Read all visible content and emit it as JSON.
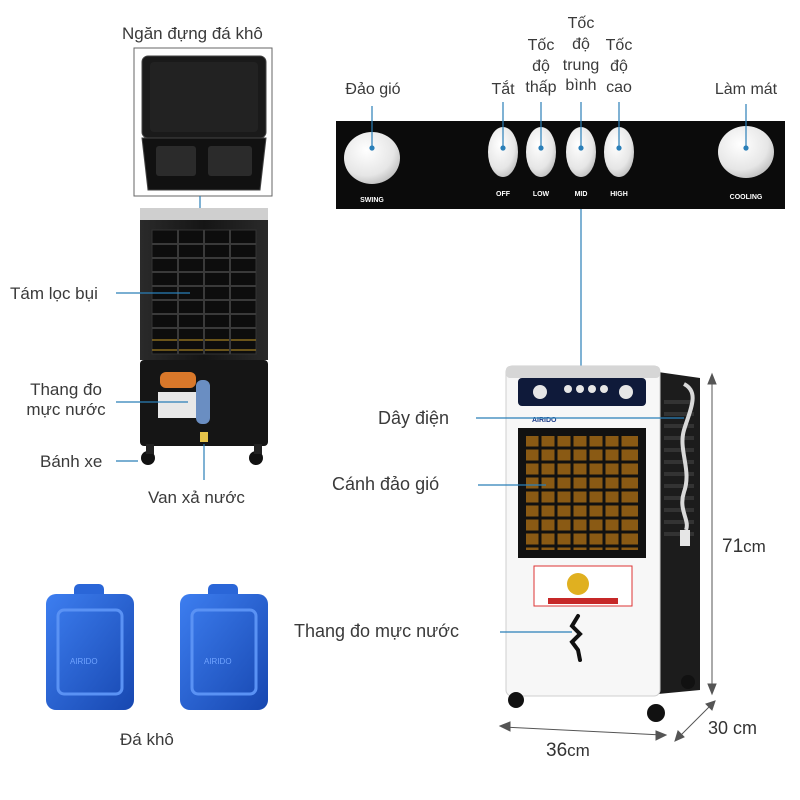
{
  "left_labels": {
    "dry_ice_compartment": "Ngăn đựng đá khô",
    "dust_filter": "Tám lọc bụi",
    "water_gauge_line1": "Thang đo",
    "water_gauge_line2": "mực nước",
    "wheels": "Bánh xe",
    "drain_valve": "Van xả nước",
    "dry_ice": "Đá khô"
  },
  "panel": {
    "swing_vi": "Đảo gió",
    "off_vi": "Tắt",
    "low_vi_1": "Tốc",
    "low_vi_2": "độ",
    "low_vi_3": "thấp",
    "mid_vi_1": "Tốc",
    "mid_vi_2": "độ",
    "mid_vi_3": "trung",
    "mid_vi_4": "bình",
    "high_vi_1": "Tốc",
    "high_vi_2": "độ",
    "high_vi_3": "cao",
    "cooling_vi": "Làm mát",
    "btn_swing": "SWING",
    "btn_off": "OFF",
    "btn_low": "LOW",
    "btn_mid": "MID",
    "btn_high": "HIGH",
    "btn_cooling": "COOLING"
  },
  "right_labels": {
    "power_cord": "Dây điện",
    "swing_blade": "Cánh đảo gió",
    "water_gauge": "Thang đo mực nước"
  },
  "dimensions": {
    "height_num": "71",
    "height_unit": "cm",
    "depth": "30 cm",
    "width_num": "36",
    "width_unit": "cm"
  },
  "brand": "AIRIDO",
  "colors": {
    "accent_line": "#2a7fb8",
    "panel_bg": "#0b0b0b",
    "ice_blue": "#1f5fd1"
  }
}
